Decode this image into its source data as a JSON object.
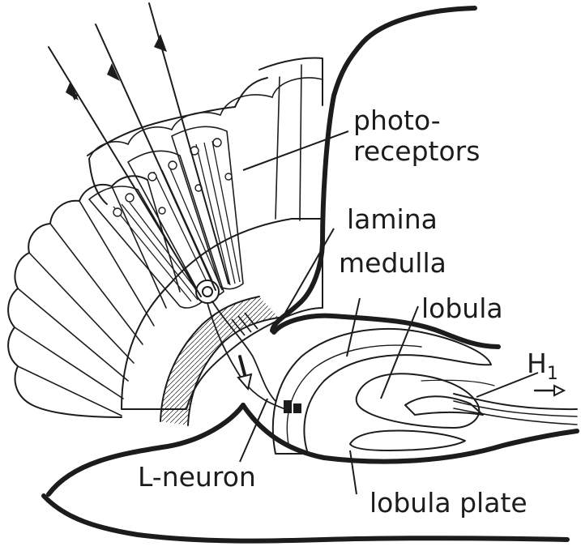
{
  "diagram": {
    "labels": {
      "photoreceptors_line1": "photo-",
      "photoreceptors_line2": "receptors",
      "lamina": "lamina",
      "medulla": "medulla",
      "lobula": "lobula",
      "h1_main": "H",
      "h1_sub": "1",
      "l_neuron": "L-neuron",
      "lobula_plate": "lobula plate"
    },
    "colors": {
      "ink": "#1c1c1c",
      "background": "#ffffff"
    }
  }
}
